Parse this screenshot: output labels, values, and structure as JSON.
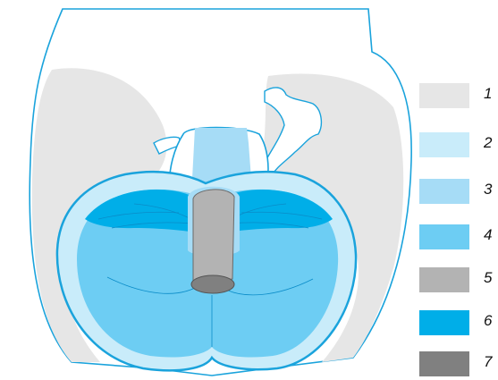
{
  "legend": [
    {
      "number": "1",
      "color": "#e6e6e6"
    },
    {
      "number": "2",
      "color": "#c9ecfa"
    },
    {
      "number": "3",
      "color": "#a6dcf6"
    },
    {
      "number": "4",
      "color": "#6dcdf3"
    },
    {
      "number": "5",
      "color": "#b3b3b3"
    },
    {
      "number": "6",
      "color": "#00aee8"
    },
    {
      "number": "7",
      "color": "#808080"
    }
  ],
  "colors": {
    "outline": "#1aa3dc",
    "cut_fill": "#ffffff",
    "fold_lines": "#0a8cc8"
  }
}
